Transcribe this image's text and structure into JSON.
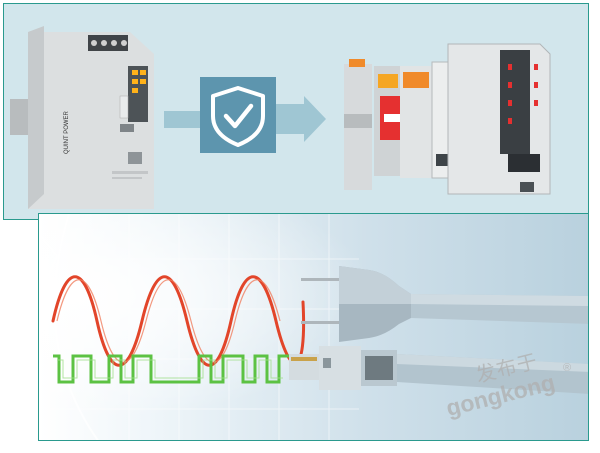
{
  "top_panel": {
    "power_supply": {
      "brand": "QUINT POWER"
    },
    "arrows_color": "#9fc6d3",
    "shield_box_color": "#5d95ae"
  },
  "bottom_panel": {
    "power_wave_color": "#e2452a",
    "data_wave_color": "#5cc243"
  },
  "watermark": {
    "chinese": "发布于",
    "latin": "gongkong",
    "mark": "®"
  }
}
